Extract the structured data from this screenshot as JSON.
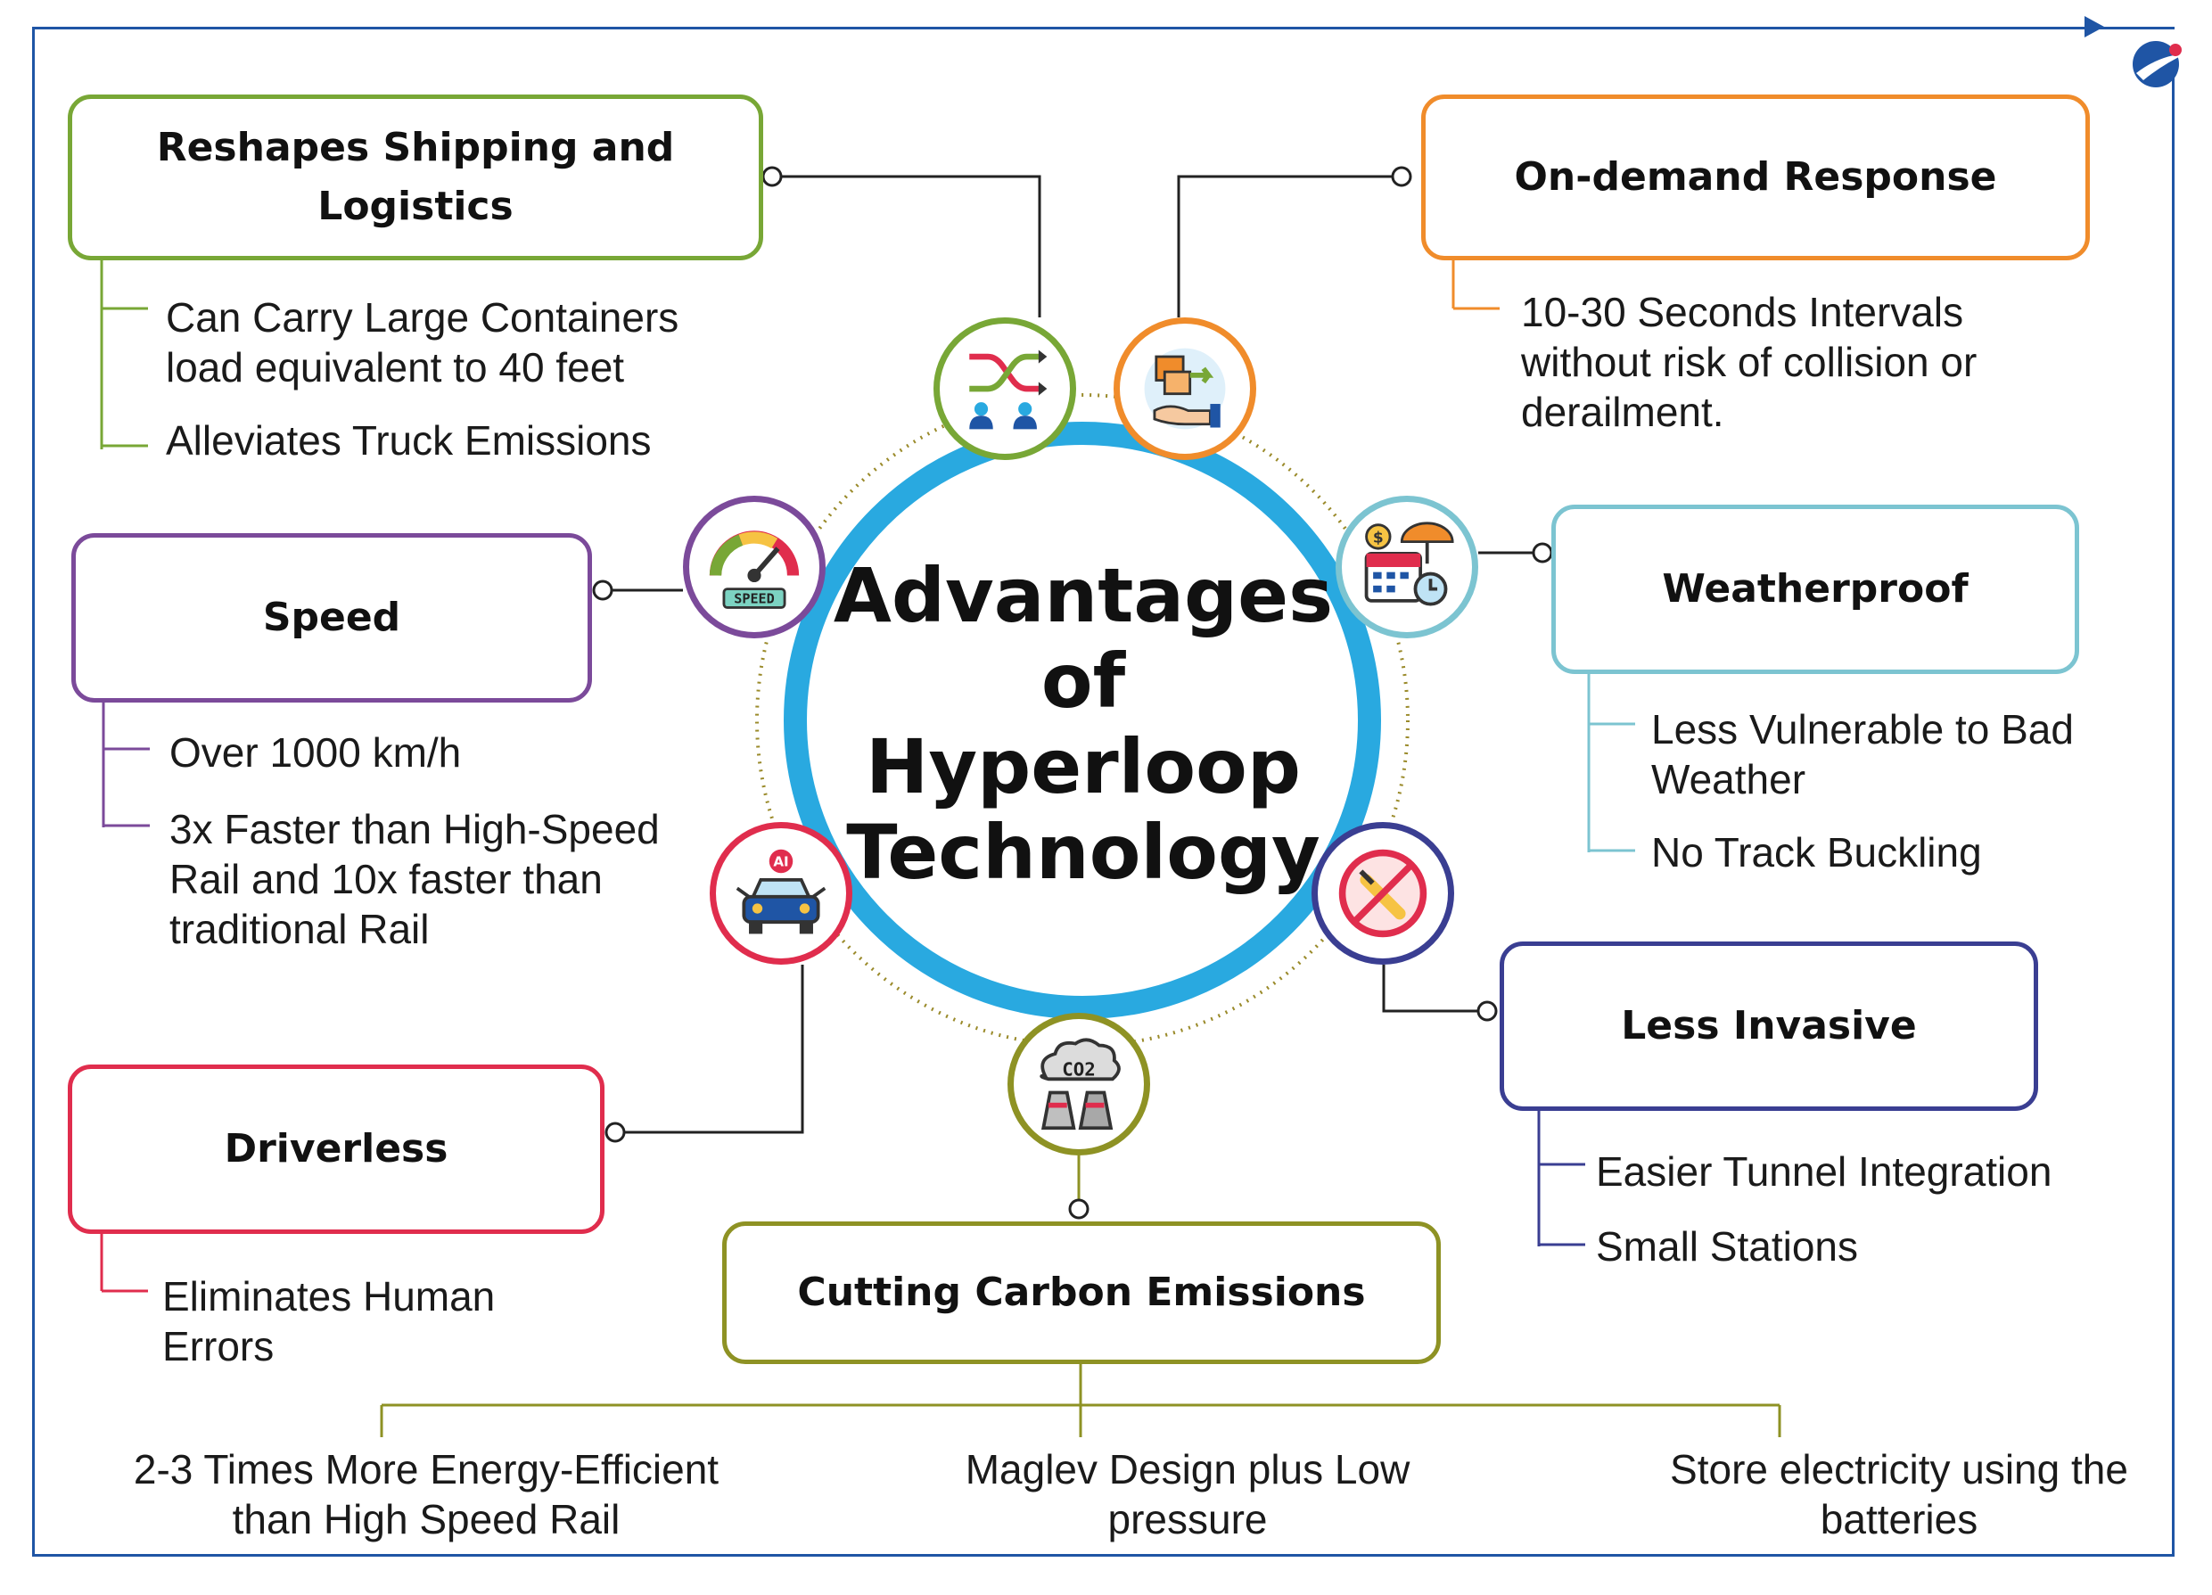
{
  "title": [
    "Advantages",
    "of",
    "Hyperloop",
    "Technology"
  ],
  "colors": {
    "frame": "#1f55a5",
    "ring": "#29a9e0",
    "green": "#78a736",
    "orange": "#f08c2b",
    "purple": "#7b4a9a",
    "teal": "#7cc4d1",
    "red": "#e02d4d",
    "navy": "#3a3e92",
    "olive": "#8e9224"
  },
  "nodes": [
    {
      "id": "shipping",
      "title_lines": [
        "Reshapes Shipping and",
        "Logistics"
      ],
      "color": "green",
      "icon": "shuffle-people-icon",
      "points": [
        [
          "Can Carry Large Containers",
          "load equivalent to 40 feet"
        ],
        [
          "Alleviates Truck Emissions"
        ]
      ]
    },
    {
      "id": "ondemand",
      "title_lines": [
        "On-demand Response"
      ],
      "color": "orange",
      "icon": "package-hand-icon",
      "points": [
        [
          "10-30 Seconds Intervals",
          "without risk of collision or",
          "derailment."
        ]
      ]
    },
    {
      "id": "speed",
      "title_lines": [
        "Speed"
      ],
      "color": "purple",
      "icon": "speedometer-icon",
      "points": [
        [
          "Over 1000 km/h"
        ],
        [
          "3x Faster than High-Speed",
          "Rail and 10x faster than",
          "traditional Rail"
        ]
      ]
    },
    {
      "id": "weather",
      "title_lines": [
        "Weatherproof"
      ],
      "color": "teal",
      "icon": "calendar-umbrella-icon",
      "points": [
        [
          "Less Vulnerable to Bad",
          "Weather"
        ],
        [
          "No Track Buckling"
        ]
      ]
    },
    {
      "id": "driverless",
      "title_lines": [
        "Driverless"
      ],
      "color": "red",
      "icon": "ai-car-icon",
      "points": [
        [
          "Eliminates Human",
          "Errors"
        ]
      ]
    },
    {
      "id": "invasive",
      "title_lines": [
        "Less Invasive"
      ],
      "color": "navy",
      "icon": "no-drill-icon",
      "points": [
        [
          "Easier Tunnel Integration"
        ],
        [
          "Small Stations"
        ]
      ]
    },
    {
      "id": "carbon",
      "title_lines": [
        "Cutting Carbon Emissions"
      ],
      "color": "olive",
      "icon": "co2-factory-icon",
      "points": [
        [
          "2-3 Times More Energy-Efficient",
          "than High Speed Rail"
        ],
        [
          "Maglev Design plus Low",
          "pressure"
        ],
        [
          "Store electricity using the",
          "batteries"
        ]
      ]
    }
  ]
}
